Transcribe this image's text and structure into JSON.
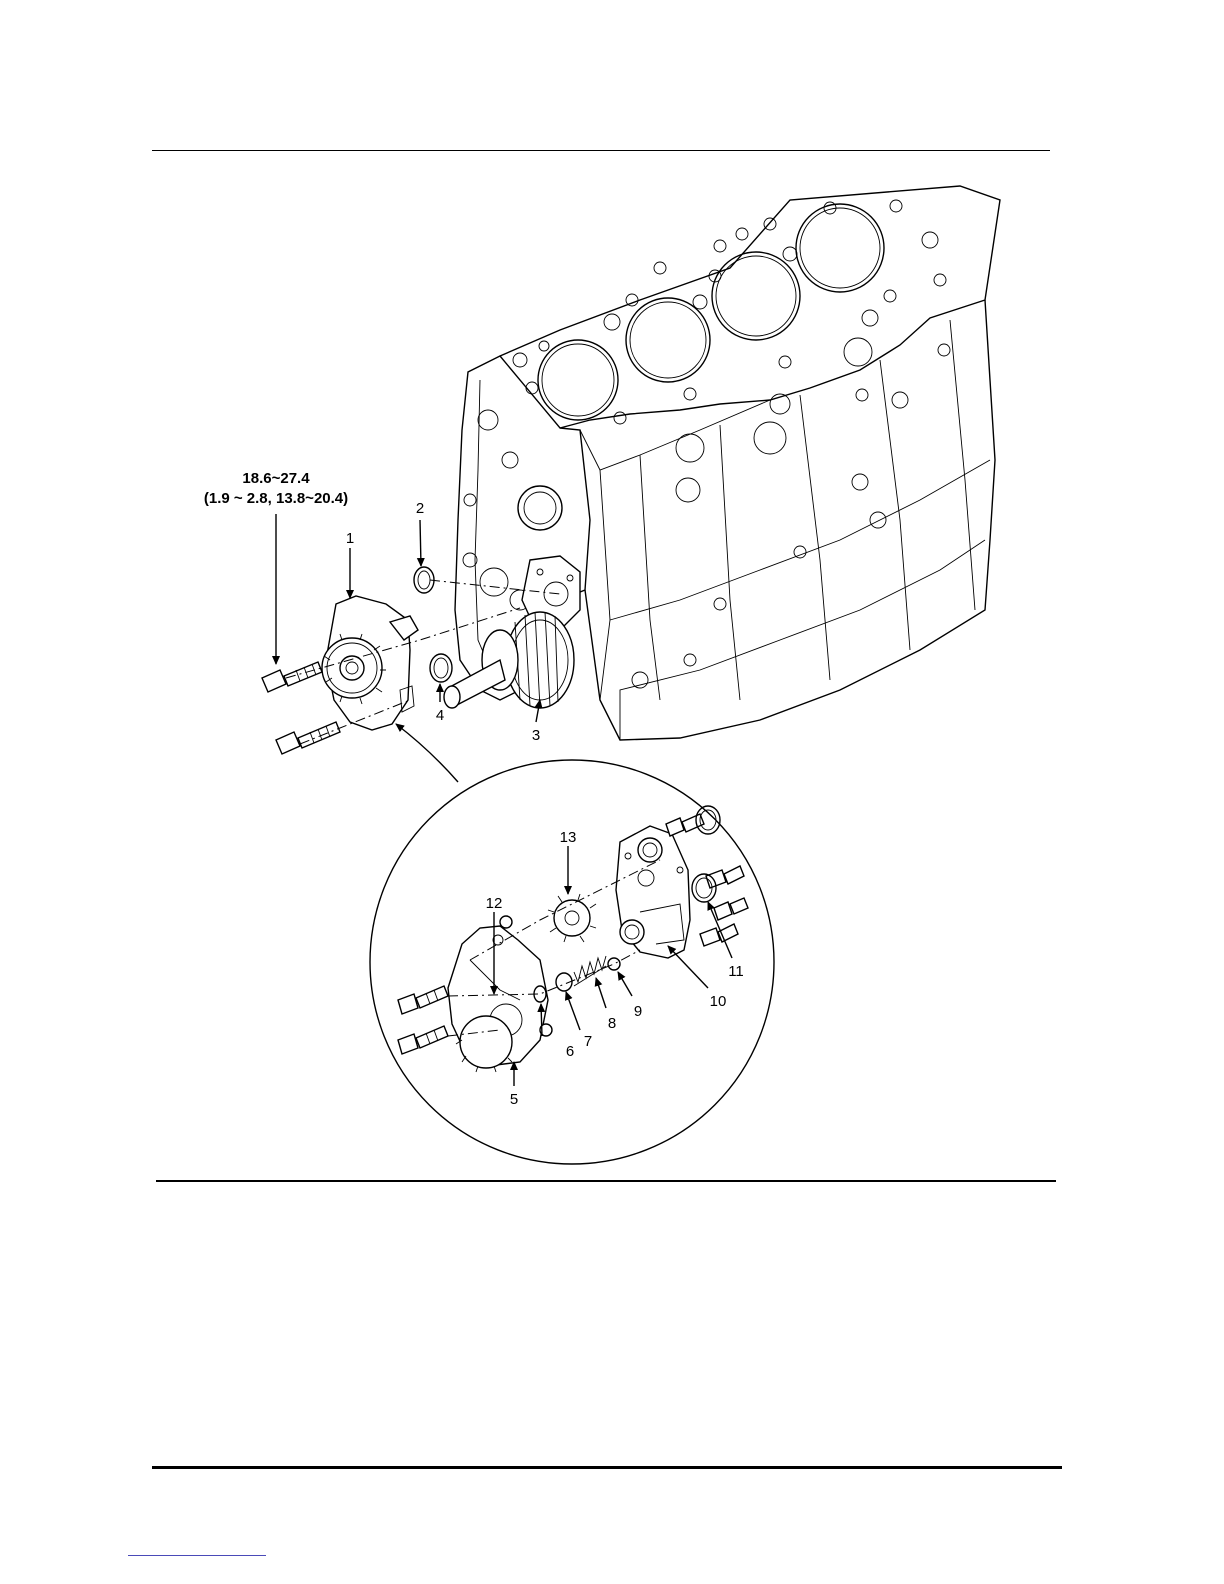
{
  "torque_spec": {
    "line1": "18.6~27.4",
    "line2": "(1.9 ~ 2.8, 13.8~20.4)"
  },
  "callouts": [
    {
      "id": "1",
      "label": "1"
    },
    {
      "id": "2",
      "label": "2"
    },
    {
      "id": "3",
      "label": "3"
    },
    {
      "id": "4",
      "label": "4"
    },
    {
      "id": "5",
      "label": "5"
    },
    {
      "id": "6",
      "label": "6"
    },
    {
      "id": "7",
      "label": "7"
    },
    {
      "id": "8",
      "label": "8"
    },
    {
      "id": "9",
      "label": "9"
    },
    {
      "id": "10",
      "label": "10"
    },
    {
      "id": "11",
      "label": "11"
    },
    {
      "id": "12",
      "label": "12"
    },
    {
      "id": "13",
      "label": "13"
    }
  ]
}
